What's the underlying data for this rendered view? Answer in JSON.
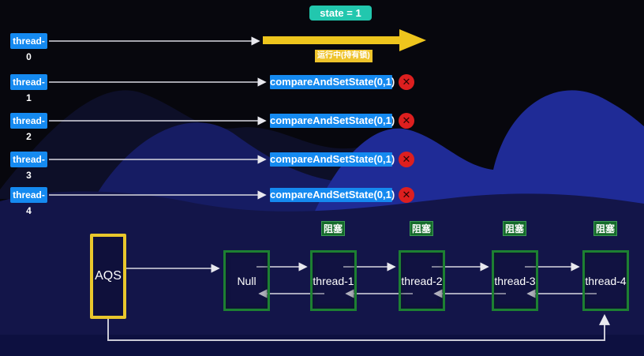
{
  "colors": {
    "state_bg": "#22c7ae",
    "thread_bg": "#158af0",
    "cas_bg": "#158af0",
    "arrow_yellow": "#eec51d",
    "running_bg": "#eec32b",
    "error_red": "#dd1f1f",
    "aqs_border": "#e9c72c",
    "node_border": "#1d8032",
    "blocked_bg": "#156b2b",
    "hill_bright": "#1f2b96",
    "hill_mid": "#161c63",
    "bottom_navy": "#131549"
  },
  "state_badge": {
    "label": "state = 1"
  },
  "running_badge": {
    "label": "运行中(持有锁)"
  },
  "cas_label": "compareAndSetState(0,1)",
  "error_icon_glyph": "✕",
  "threads": [
    "thread-0",
    "thread-1",
    "thread-2",
    "thread-3",
    "thread-4"
  ],
  "queue": {
    "aqs": "AQS",
    "blocked": "阻塞",
    "nodes": [
      "Null",
      "thread-1",
      "thread-2",
      "thread-3",
      "thread-4"
    ]
  }
}
